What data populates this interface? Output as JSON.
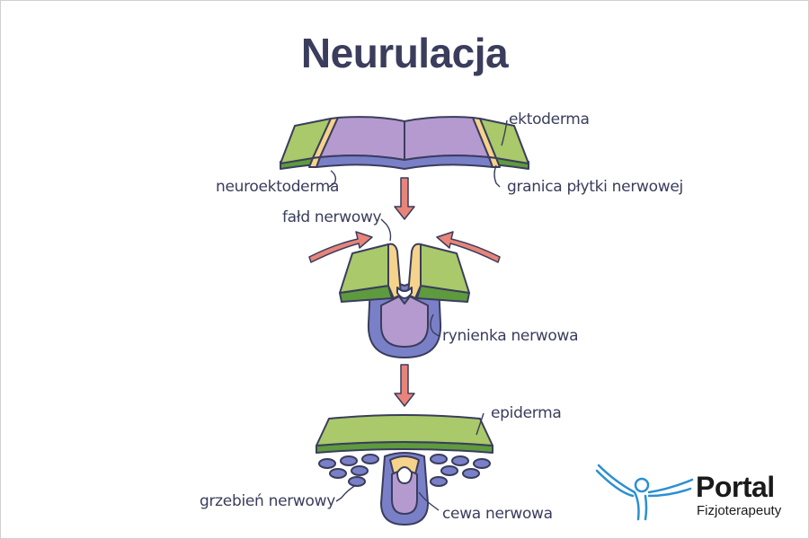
{
  "title": "Neurulacja",
  "labels": {
    "ektoderma": "ektoderma",
    "neuroektoderma": "neuroektoderma",
    "granica": "granica płytki nerwowej",
    "fald": "fałd nerwowy",
    "rynienka": "rynienka nerwowa",
    "epiderma": "epiderma",
    "grzebien": "grzebień nerwowy",
    "cewa": "cewa nerwowa"
  },
  "logo": {
    "name": "Portal",
    "subtitle": "Fizjoterapeuty",
    "icon": "person-figure-icon"
  },
  "colors": {
    "ectoderm_green": "#a9c96a",
    "ectoderm_dark": "#5e9a3e",
    "neural_purple": "#b59ad0",
    "neural_blue": "#7a80c8",
    "border_yellow": "#f6d38a",
    "arrow_red": "#e8847a",
    "text": "#3a3d5c",
    "logo_blue": "#2c8fd1"
  }
}
